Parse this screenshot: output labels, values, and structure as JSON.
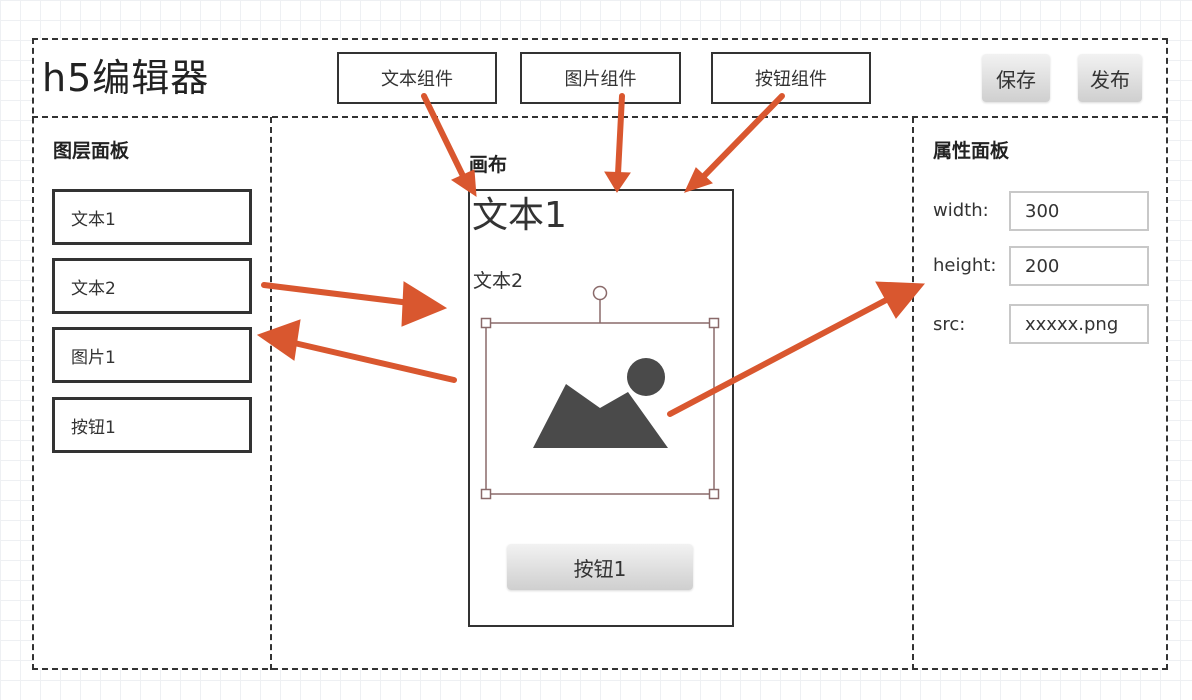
{
  "header": {
    "app_title": "h5编辑器",
    "toolbox": [
      {
        "label": "文本组件"
      },
      {
        "label": "图片组件"
      },
      {
        "label": "按钮组件"
      }
    ],
    "save_label": "保存",
    "publish_label": "发布"
  },
  "layers_panel": {
    "title": "图层面板",
    "items": [
      {
        "label": "文本1"
      },
      {
        "label": "文本2"
      },
      {
        "label": "图片1"
      },
      {
        "label": "按钮1"
      }
    ]
  },
  "canvas": {
    "title": "画布",
    "text1": "文本1",
    "text2": "文本2",
    "image_icon": "image-placeholder-icon",
    "button_label": "按钮1"
  },
  "props_panel": {
    "title": "属性面板",
    "fields": [
      {
        "label": "width:",
        "value": "300"
      },
      {
        "label": "height:",
        "value": "200"
      },
      {
        "label": "src:",
        "value": "xxxxx.png"
      }
    ]
  },
  "colors": {
    "arrow": "#d9572f",
    "border": "#333333",
    "selection": "#8a6a6a"
  }
}
